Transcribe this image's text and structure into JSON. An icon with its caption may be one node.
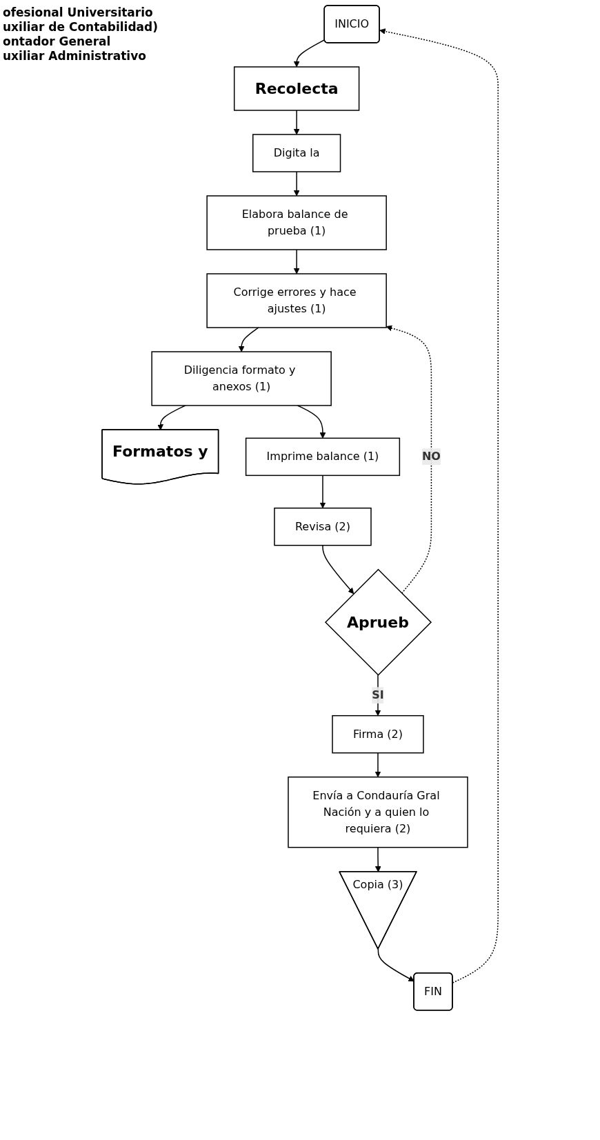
{
  "diagram": {
    "nodes": [
      {
        "text": [
          "INICIO"
        ]
      },
      {
        "text": [
          "Recolecta"
        ]
      },
      {
        "text": [
          "Digita la"
        ]
      },
      {
        "text": [
          "Elabora balance de prueba (1)"
        ]
      },
      {
        "text": [
          "Corrige errores y hace ajustes (1)"
        ]
      },
      {
        "text": [
          "Diligencia formato y anexos (1)"
        ]
      },
      {
        "text": [
          "Formatos y"
        ]
      },
      {
        "text": [
          "Imprime balance (1)"
        ]
      },
      {
        "text": [
          "Revisa (2)"
        ]
      },
      {
        "text": [
          "Aprueb"
        ]
      },
      {
        "text": [
          "Firma (2)"
        ]
      },
      {
        "text": [
          "Envía a Condauría Gral Nación y a quien lo requiera (2)"
        ]
      },
      {
        "text": [
          "Copia (3)"
        ]
      },
      {
        "text": [
          "FIN"
        ]
      }
    ],
    "edges": [
      {
        "from": 0,
        "to": 1,
        "arrow": "to"
      },
      {
        "from": 1,
        "to": 2,
        "arrow": "to"
      },
      {
        "from": 2,
        "to": 3,
        "arrow": "to"
      },
      {
        "from": 3,
        "to": 4,
        "arrow": "to"
      },
      {
        "from": 4,
        "to": 5,
        "arrow": "to"
      },
      {
        "from": 5,
        "to": 6,
        "arrow": "to"
      },
      {
        "from": 5,
        "to": 7,
        "arrow": "to"
      },
      {
        "from": 7,
        "to": 8,
        "arrow": "to"
      },
      {
        "from": 8,
        "to": 9,
        "arrow": "to"
      },
      {
        "from": 9,
        "to": 4,
        "arrow": "to",
        "label": "NO",
        "style": "dashed"
      },
      {
        "from": 9,
        "to": 10,
        "arrow": "to",
        "label": "SI"
      },
      {
        "from": 10,
        "to": 11,
        "arrow": "to"
      },
      {
        "from": 11,
        "to": 12,
        "arrow": "to"
      },
      {
        "from": 12,
        "to": 13,
        "arrow": "to"
      },
      {
        "from": 13,
        "to": 0,
        "arrow": "to",
        "style": "dashed"
      }
    ],
    "labels": [
      "ofesional Universitario",
      "uxiliar de Contabilidad)",
      "ontador General",
      "uxiliar Administrativo"
    ]
  }
}
